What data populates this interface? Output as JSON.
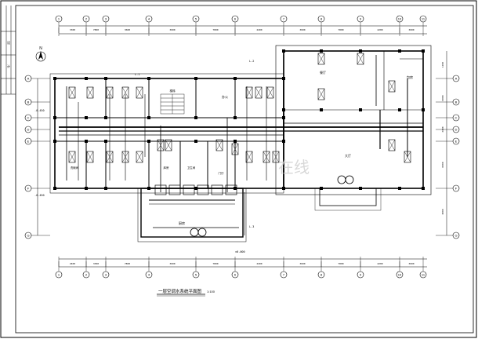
{
  "title": "一层空调水系统平面图",
  "scale": "1:100",
  "north_label": "N",
  "title_block": [
    "设",
    "计"
  ],
  "rooms": {
    "hall": "大厅",
    "stair": "楼梯",
    "room_right": "餐厅",
    "room_right_top": "包房",
    "kitchen": "厨房",
    "store": "库房",
    "office": "办公",
    "toilet": "卫生间",
    "wash": "洗碗间",
    "lobby": "门厅"
  },
  "axis_top": [
    "1",
    "2",
    "3",
    "4",
    "5",
    "6",
    "7",
    "8",
    "9",
    "10",
    "11"
  ],
  "axis_left": [
    "A",
    "B",
    "C",
    "D",
    "E",
    "F",
    "G"
  ],
  "dims_top": [
    "3300",
    "7800",
    "3600",
    "3600",
    "7800",
    "2400",
    "3600",
    "7800",
    "4200",
    "3600"
  ],
  "dims_bottom": [
    "2400",
    "3300",
    "7800",
    "3600",
    "7800",
    "2400",
    "3600",
    "7800",
    "4200",
    "3600"
  ],
  "dims_right": [
    "1200",
    "6000",
    "2400",
    "6000",
    "3000"
  ],
  "watermark": "在线",
  "pipe_tags": [
    "L-1",
    "L-2",
    "L-3"
  ],
  "elev_tags": [
    "-0.450",
    "-0.450",
    "±0.000"
  ]
}
